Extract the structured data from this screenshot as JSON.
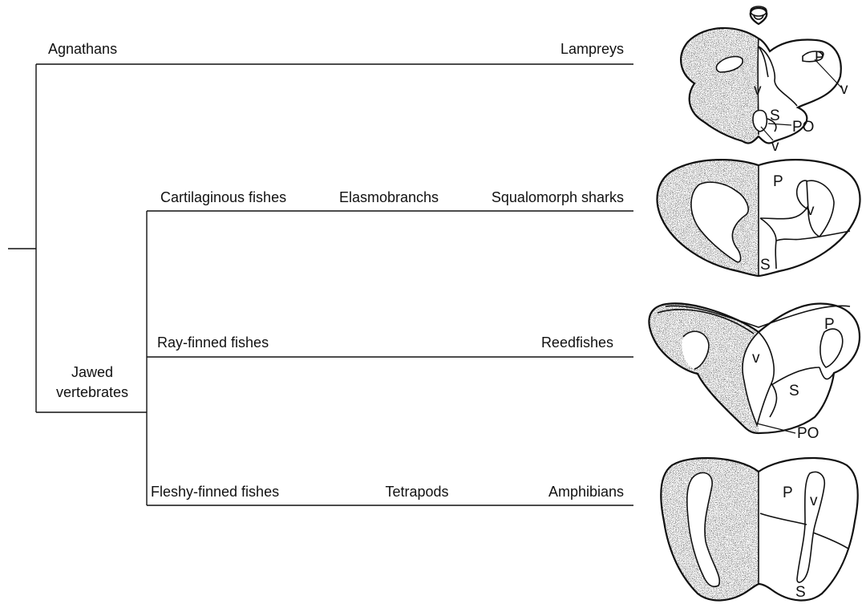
{
  "tree": {
    "agnathans": "Agnathans",
    "lampreys": "Lampreys",
    "jawed_line1": "Jawed",
    "jawed_line2": "vertebrates",
    "cartilaginous": "Cartilaginous fishes",
    "elasmobranchs": "Elasmobranchs",
    "squalomorph": "Squalomorph sharks",
    "rayfinned": "Ray-finned fishes",
    "reedfishes": "Reedfishes",
    "fleshyfinned": "Fleshy-finned fishes",
    "tetrapods": "Tetrapods",
    "amphibians": "Amphibians"
  },
  "brain_labels": {
    "lamprey": {
      "v1": "v",
      "p": "P",
      "v2": "v",
      "s": "S",
      "po": "PO",
      "v3": "v"
    },
    "shark": {
      "p": "P",
      "v": "v",
      "s": "S"
    },
    "reedfish": {
      "p": "P",
      "v": "v",
      "s": "S",
      "po": "PO"
    },
    "amphibian": {
      "p": "P",
      "v": "v",
      "s": "S"
    }
  }
}
